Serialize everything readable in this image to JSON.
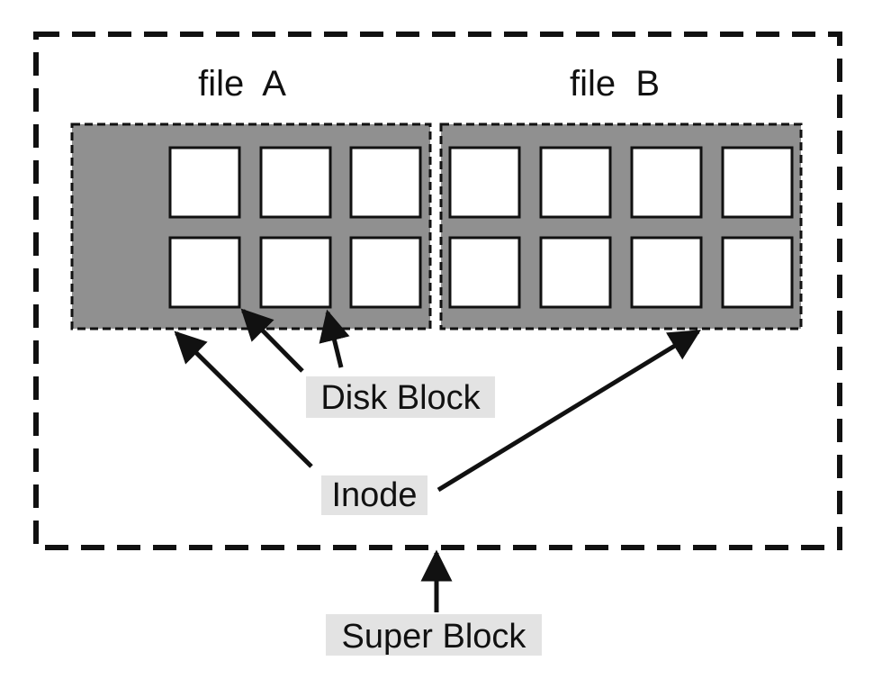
{
  "labels": {
    "file_a": "file  A",
    "file_b": "file  B",
    "disk_block": "Disk Block",
    "inode": "Inode",
    "super_block": "Super Block"
  },
  "colors": {
    "inode_fill": "#909090",
    "block_fill": "#ffffff",
    "stroke": "#111111",
    "label_bg": "#e3e3e3"
  }
}
